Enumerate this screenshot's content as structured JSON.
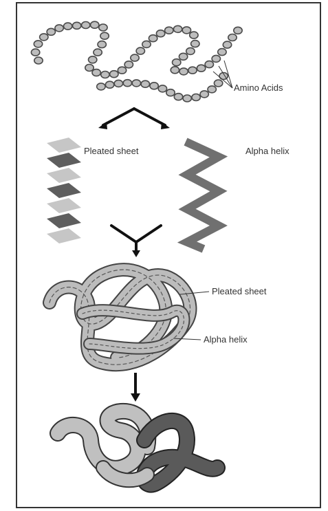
{
  "labels": {
    "amino_acids": "Amino Acids",
    "pleated_sheet_top": "Pleated sheet",
    "alpha_helix_top": "Alpha helix",
    "pleated_sheet_tertiary": "Pleated sheet",
    "alpha_helix_tertiary": "Alpha helix"
  },
  "colors": {
    "border": "#333333",
    "bead_fill": "#bdbdbd",
    "bead_stroke": "#4a4a4a",
    "sheet_light": "#c6c6c6",
    "sheet_dark": "#5e5e5e",
    "helix": "#707070",
    "ribbon_light": "#bcbcbc",
    "ribbon_dark": "#5a5a5a",
    "arrow": "#111111"
  },
  "icons": {
    "split_arrow": "split-arrow-icon",
    "merge_arrow": "merge-arrow-icon",
    "down_arrow": "down-arrow-icon"
  }
}
